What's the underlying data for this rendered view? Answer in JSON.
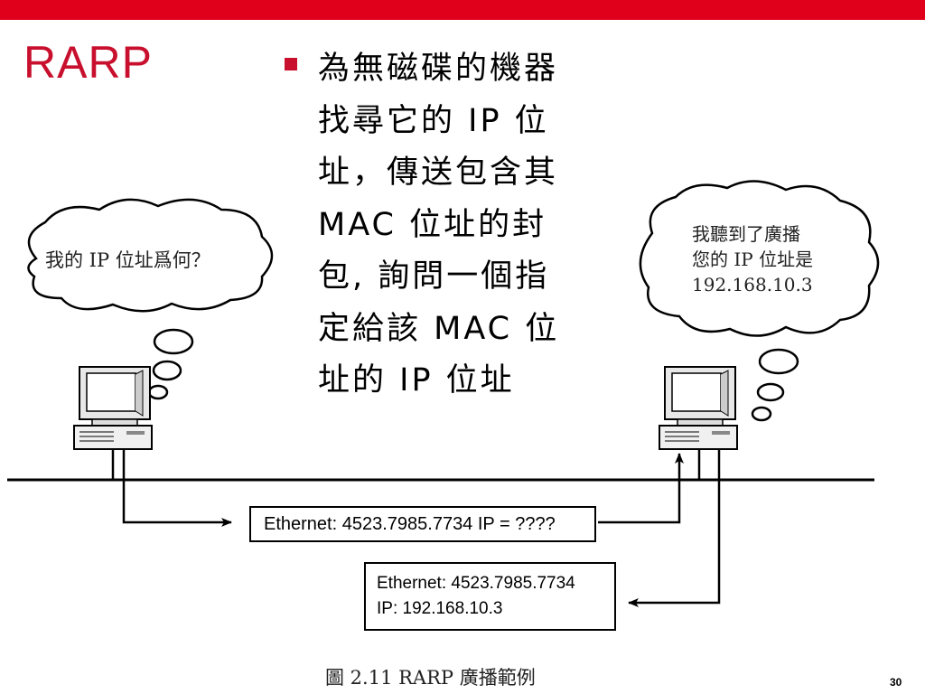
{
  "slide": {
    "title": "RARP",
    "bullet": "為無磁碟的機器\n找尋它的 IP 位\n址，傳送包含其\nMAC 位址的封\n包, 詢問一個指\n定給該 MAC 位\n址的 IP 位址",
    "page_number": "30",
    "accent_color": "#e0001b"
  },
  "diagram": {
    "left_host_thought": "我的 IP 位址爲何？",
    "right_host_thought": "我聽到了廣播\n您的 IP 位址是\n192.168.10.3",
    "request_packet": "Ethernet: 4523.7985.7734 IP = ????",
    "reply_packet": {
      "line1": "Ethernet: 4523.7985.7734",
      "line2": "IP: 192.168.10.3"
    },
    "caption": "圖 2.11 RARP 廣播範例"
  }
}
